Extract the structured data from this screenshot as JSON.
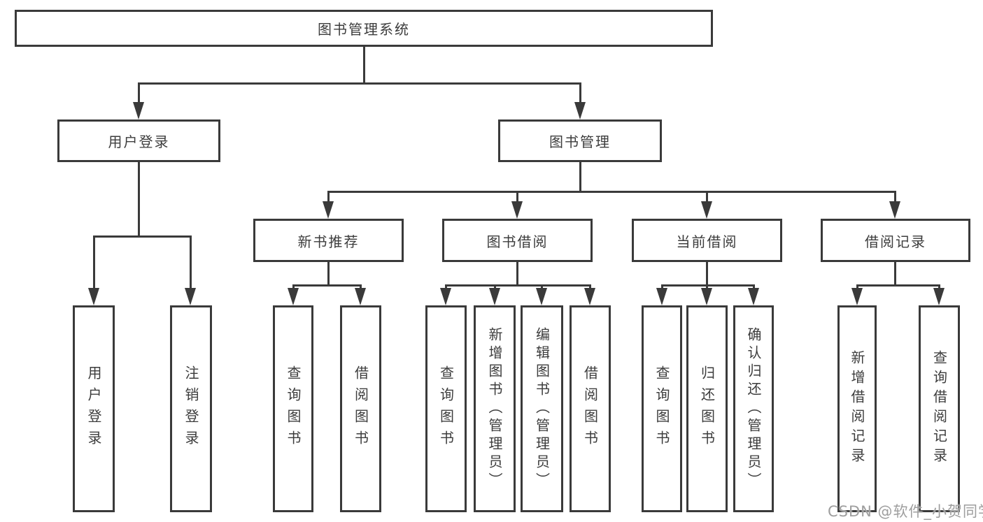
{
  "diagram_type": "tree",
  "nodes": {
    "root": "图书管理系统",
    "user_login": "用户登录",
    "book_mgmt": "图书管理",
    "new_book_rec": "新书推荐",
    "book_borrow": "图书借阅",
    "current_borrow": "当前借阅",
    "borrow_records": "借阅记录",
    "leaf_user_login": "用户登录",
    "leaf_logout": "注销登录",
    "leaf_newbook_query": "查询图书",
    "leaf_newbook_borrow": "借阅图书",
    "leaf_borrow_query": "查询图书",
    "leaf_borrow_add": "新增图书（管理员）",
    "leaf_borrow_edit": "编辑图书（管理员）",
    "leaf_borrow_take": "借阅图书",
    "leaf_current_query": "查询图书",
    "leaf_current_return": "归还图书",
    "leaf_current_confirm": "确认归还（管理员）",
    "leaf_records_add": "新增借阅记录",
    "leaf_records_query": "查询借阅记录"
  },
  "hierarchy": {
    "图书管理系统": {
      "用户登录": [
        "用户登录",
        "注销登录"
      ],
      "图书管理": {
        "新书推荐": [
          "查询图书",
          "借阅图书"
        ],
        "图书借阅": [
          "查询图书",
          "新增图书（管理员）",
          "编辑图书（管理员）",
          "借阅图书"
        ],
        "当前借阅": [
          "查询图书",
          "归还图书",
          "确认归还（管理员）"
        ],
        "借阅记录": [
          "新增借阅记录",
          "查询借阅记录"
        ]
      }
    }
  },
  "watermark": "CSDN @软件_小贺同学",
  "colors": {
    "line": "#3a3a3a",
    "text": "#3c3c3c",
    "box_fill": "#ffffff",
    "background": "#ffffff",
    "watermark": "#9e9e9e"
  }
}
